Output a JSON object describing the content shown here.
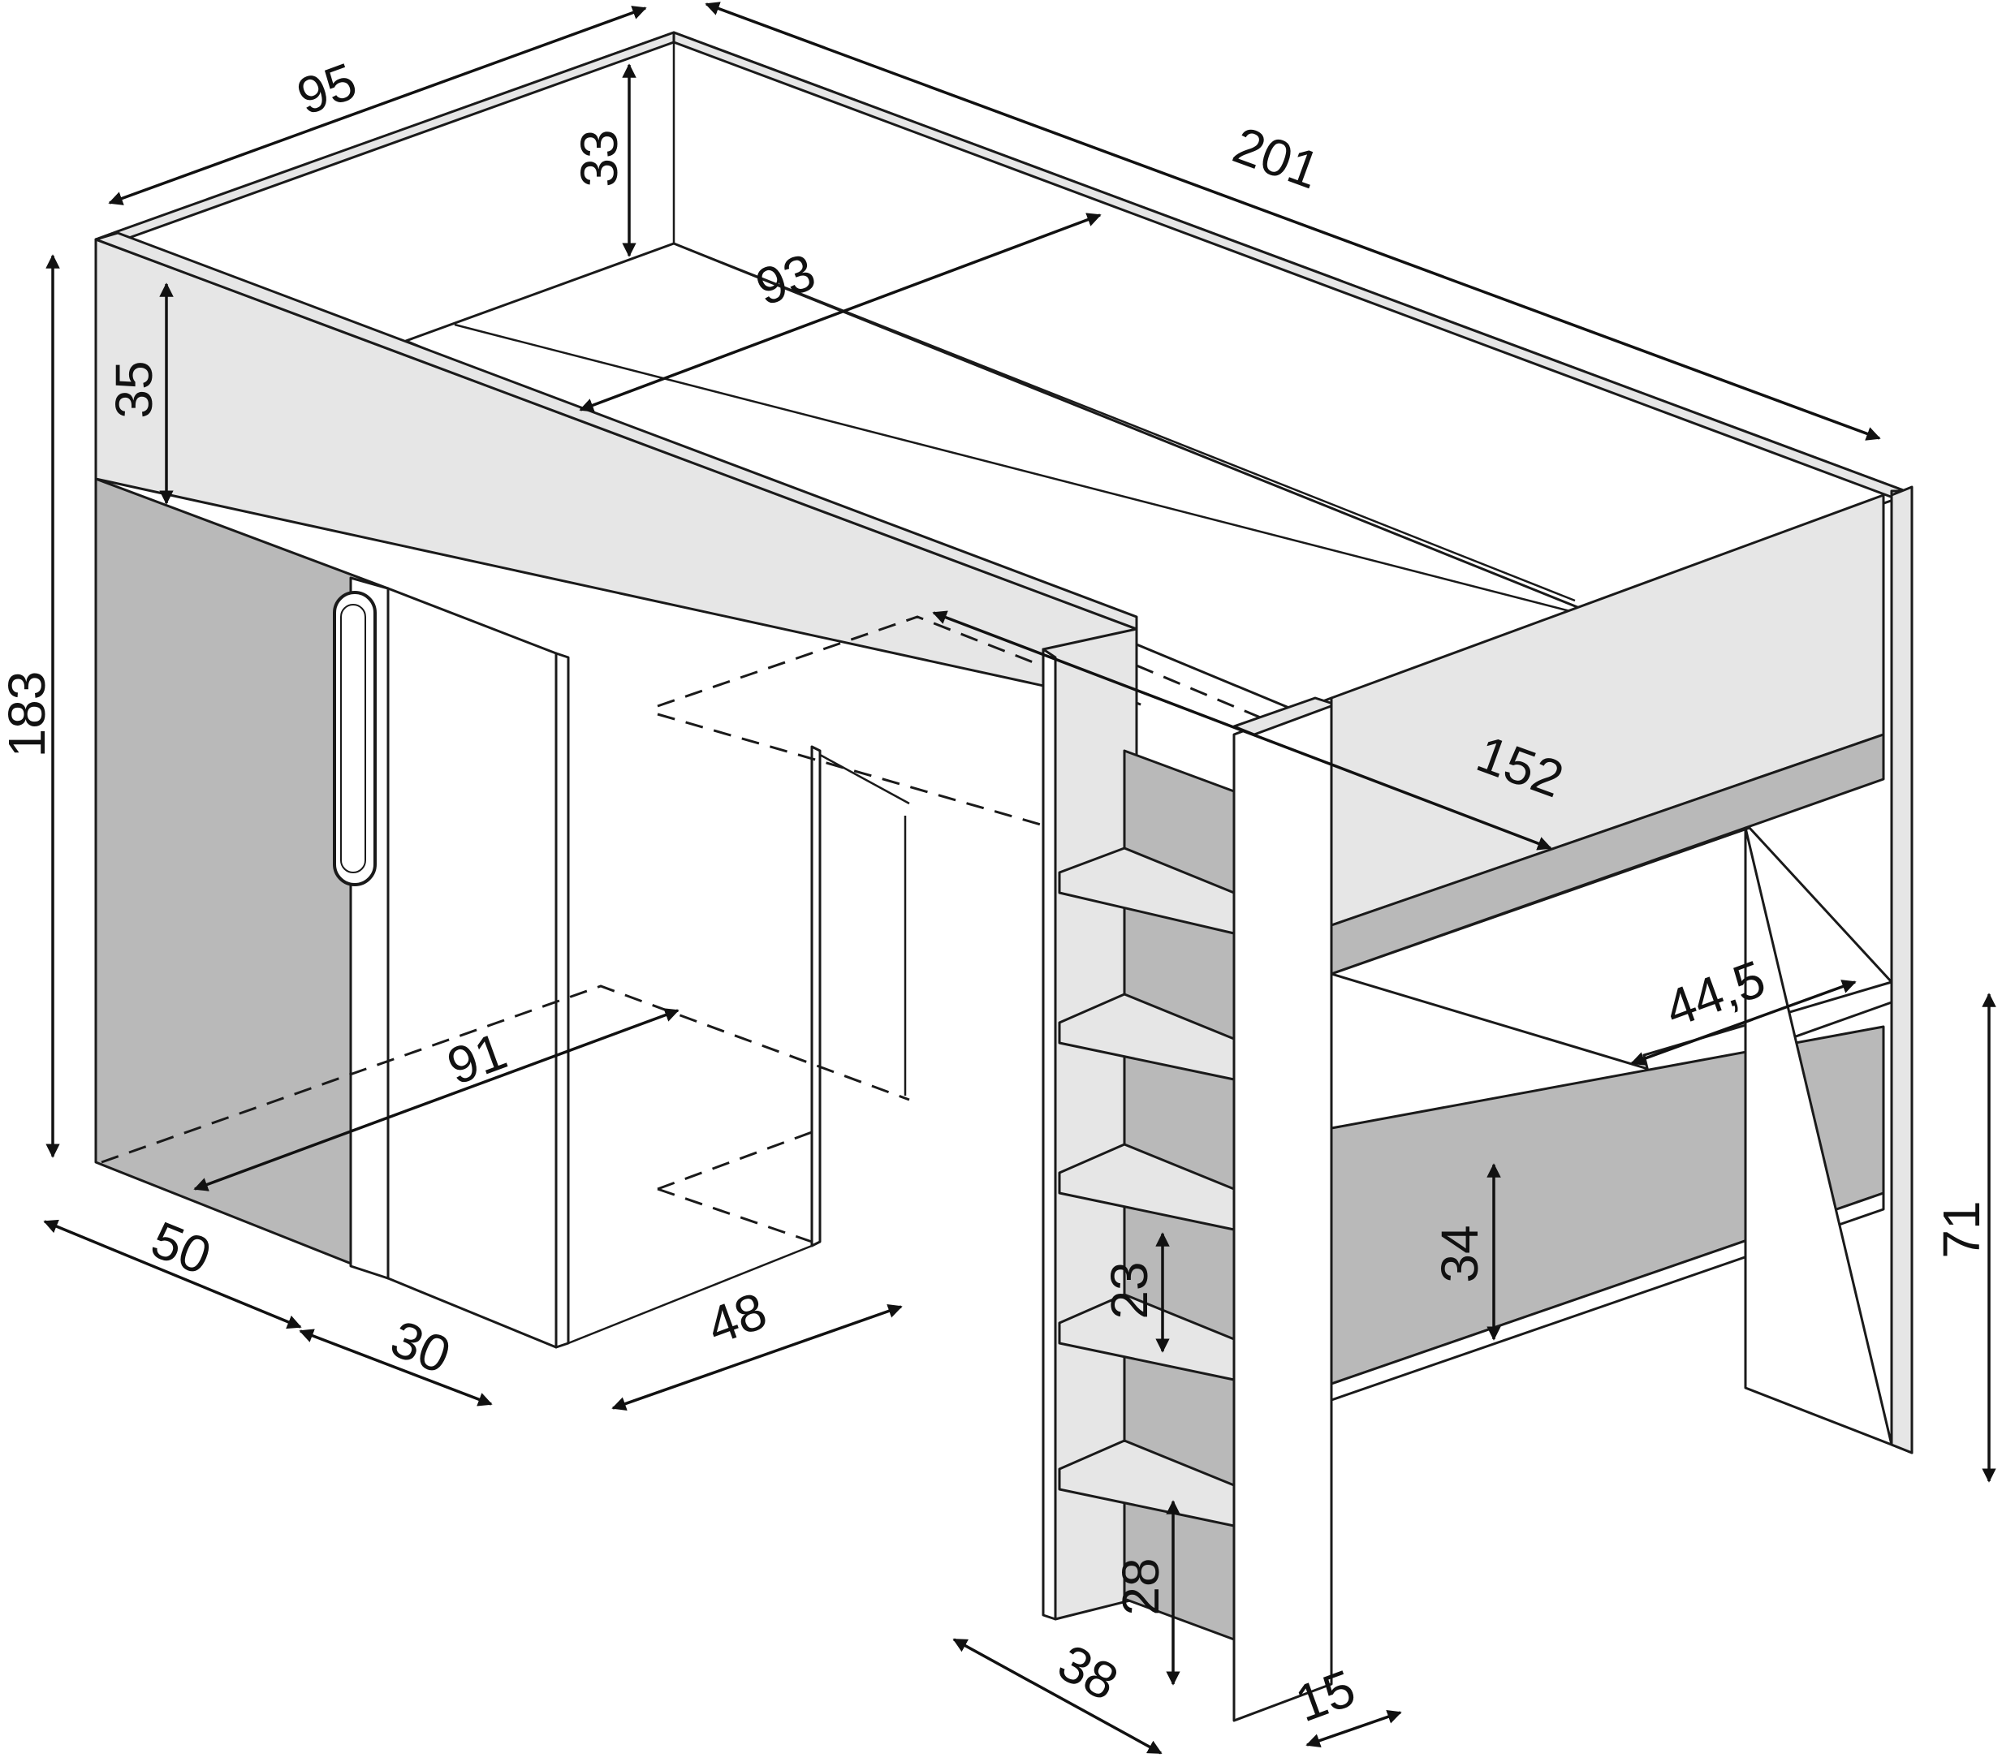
{
  "dimensions": {
    "d95": "95",
    "d201": "201",
    "d33": "33",
    "d93": "93",
    "d35": "35",
    "d183": "183",
    "d152": "152",
    "d91": "91",
    "d44_5": "44,5",
    "d71": "71",
    "d34": "34",
    "d23": "23",
    "d28": "28",
    "d50": "50",
    "d30": "30",
    "d48": "48",
    "d38": "38",
    "d15": "15"
  },
  "colors": {
    "line": "#1a1a1a",
    "panel_light": "#e6e6e6",
    "panel_grey": "#b9b9b9",
    "background": "#ffffff"
  }
}
